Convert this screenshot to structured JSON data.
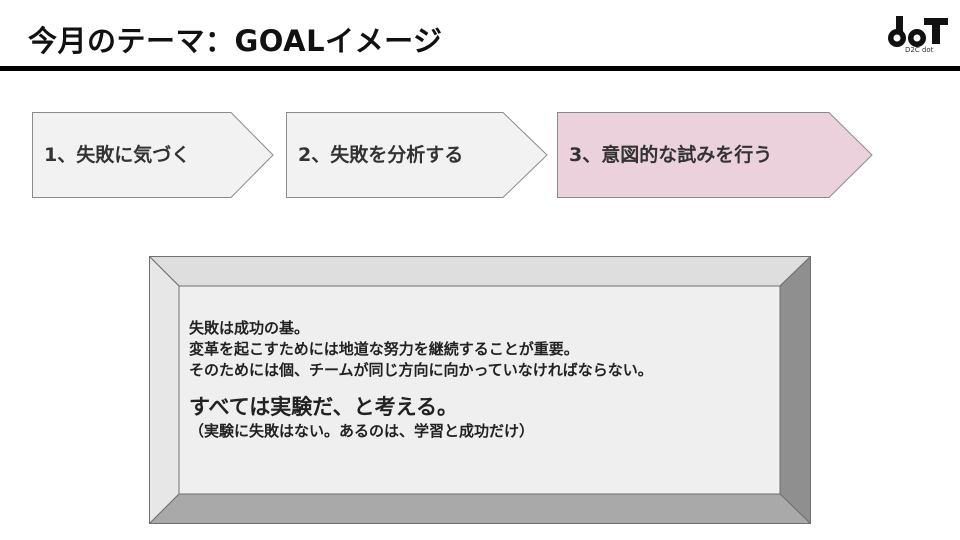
{
  "header": {
    "title": "今月のテーマ：GOALイメージ",
    "logo_text": "D2C dot",
    "rule_color": "#000000"
  },
  "steps": [
    {
      "label": "1、失敗に気づく",
      "fill": "#f2f2f2"
    },
    {
      "label": "2、失敗を分析する",
      "fill": "#f2f2f2"
    },
    {
      "label": "3、意図的な試みを行う",
      "fill": "#ead1dc"
    }
  ],
  "message": {
    "lines": [
      "失敗は成功の基。",
      "変革を起こすためには地道な努力を継続することが重要。",
      "そのためには個、チームが同じ方向に向かっていなければならない。"
    ],
    "headline": "すべては実験だ、と考える。",
    "note": "（実験に失敗はない。あるのは、学習と成功だけ）"
  }
}
